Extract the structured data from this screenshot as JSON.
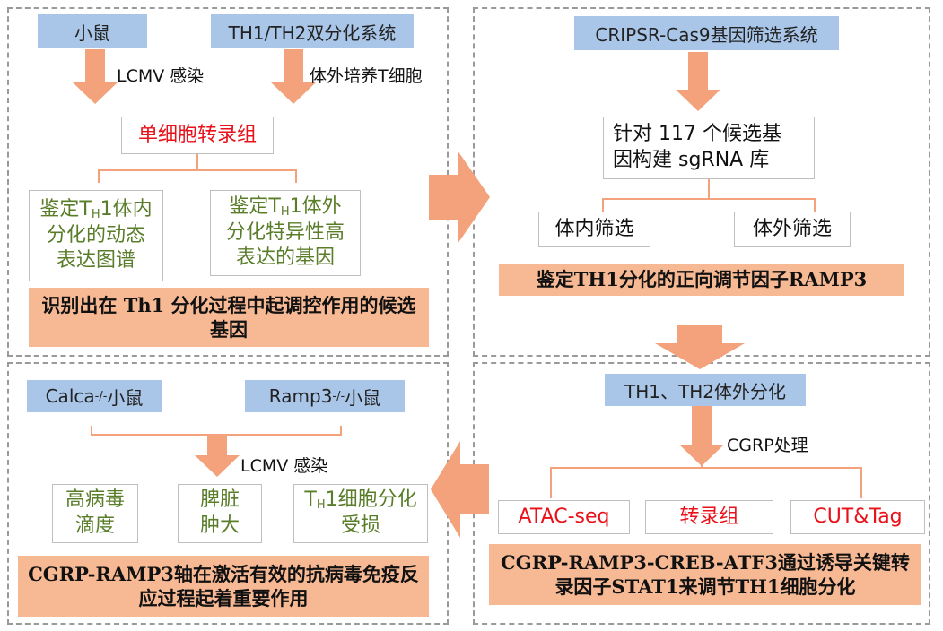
{
  "panel1": {
    "mice": "小鼠",
    "system": "TH1/TH2双分化系统",
    "label_lcmv": "LCMV 感染",
    "label_invitro": "体外培养T细胞",
    "scrna": "单细胞转录组",
    "left_a": "鉴定T",
    "left_sub": "H",
    "left_b": "1体内",
    "left_c": "分化的动态",
    "left_d": "表达图谱",
    "right_a": "鉴定T",
    "right_sub": "H",
    "right_b": "1体外",
    "right_c": "分化特异性高",
    "right_d": "表达的基因",
    "result": "识别出在 Th1 分化过程中起调控作用的候选基因"
  },
  "panel2": {
    "system": "CRIPSR-Cas9基因筛选系统",
    "library_l1": "针对 117 个候选基",
    "library_l2": "因构建 sgRNA 库",
    "invivo": "体内筛选",
    "invitro": "体外筛选",
    "result": "鉴定TH1分化的正向调节因子RAMP3"
  },
  "panel3": {
    "diff": "TH1、TH2体外分化",
    "cgrp": "CGRP处理",
    "atac": "ATAC-seq",
    "trans": "转录组",
    "cut": "CUT&Tag",
    "result": "CGRP-RAMP3-CREB-ATF3通过诱导关键转录因子STAT1来调节TH1细胞分化"
  },
  "panel4": {
    "calca_a": "Calca",
    "calca_sup": "-/-",
    "calca_b": "小鼠",
    "ramp3_a": "Ramp3",
    "ramp3_sup": "-/-",
    "ramp3_b": "小鼠",
    "label_lcmv": "LCMV 感染",
    "viral_l1": "高病毒",
    "viral_l2": "滴度",
    "spleen_l1": "脾脏",
    "spleen_l2": "肿大",
    "th1_a": "T",
    "th1_sub": "H",
    "th1_b": "1细胞分化",
    "th1_c": "受损",
    "result": "CGRP-RAMP3轴在激活有效的抗病毒免疫反应过程起着重要作用"
  },
  "colors": {
    "arrow": "#f4a27c",
    "blue_box": "#a9c6e8",
    "result_box": "#f7b994",
    "green_text": "#5a7d2a",
    "red_text": "#e8121a"
  }
}
